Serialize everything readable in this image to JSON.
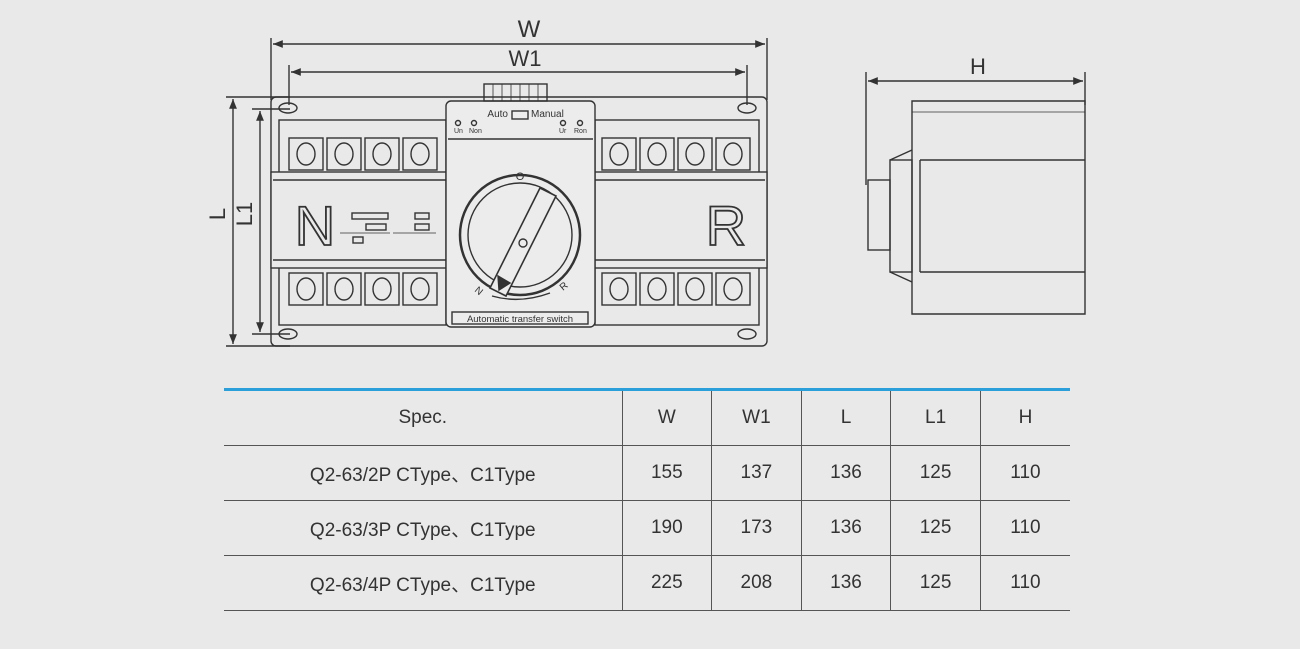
{
  "dimensions": {
    "w": "W",
    "w1": "W1",
    "h": "H",
    "l": "L",
    "l1": "L1"
  },
  "device": {
    "left_letter": "N",
    "right_letter": "R",
    "mode_auto": "Auto",
    "mode_manual": "Manual",
    "led_un": "Un",
    "led_non": "Non",
    "led_ur": "Ur",
    "led_ron": "Ron",
    "knob_top_mark": "O",
    "knob_n_mark": "N",
    "knob_r_mark": "R",
    "nameplate": "Automatic transfer switch"
  },
  "table": {
    "headers": [
      "Spec.",
      "W",
      "W1",
      "L",
      "L1",
      "H"
    ],
    "rows": [
      [
        "Q2-63/2P  CType、C1Type",
        "155",
        "137",
        "136",
        "125",
        "110"
      ],
      [
        "Q2-63/3P  CType、C1Type",
        "190",
        "173",
        "136",
        "125",
        "110"
      ],
      [
        "Q2-63/4P CType、C1Type",
        "225",
        "208",
        "136",
        "125",
        "110"
      ]
    ]
  },
  "colors": {
    "background": "#e9e9e9",
    "table_top_rule": "#2b9fd9",
    "line": "#333333"
  }
}
